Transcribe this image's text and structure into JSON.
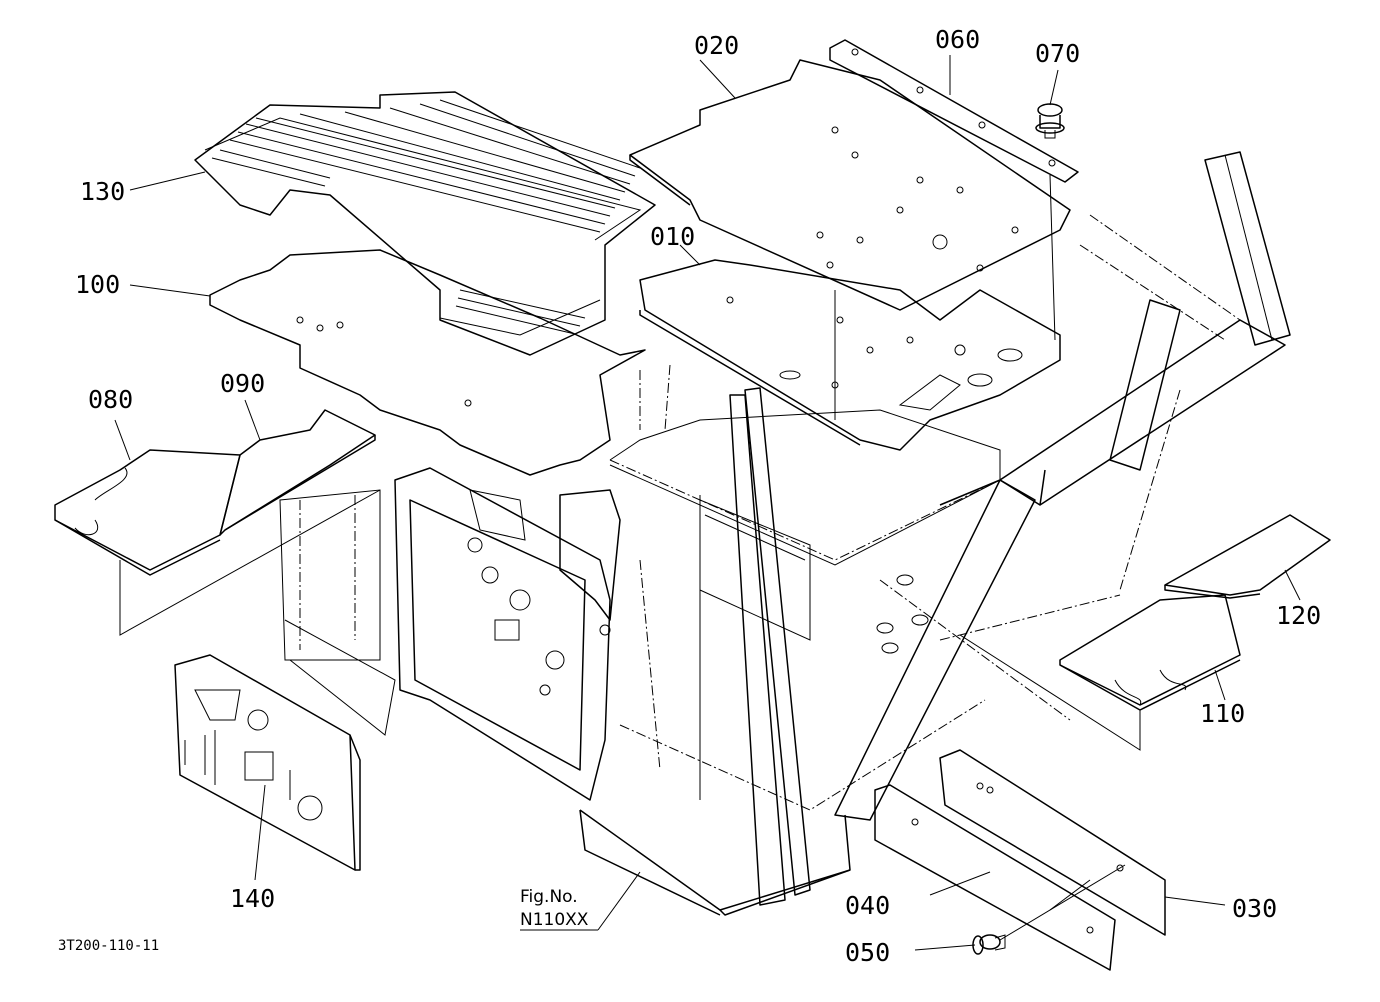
{
  "parts": {
    "p010": "010",
    "p020": "020",
    "p030": "030",
    "p040": "040",
    "p050": "050",
    "p060": "060",
    "p070": "070",
    "p080": "080",
    "p090": "090",
    "p100": "100",
    "p110": "110",
    "p120": "120",
    "p130": "130",
    "p140": "140"
  },
  "figure_ref": {
    "label": "Fig.No.",
    "number": "N110XX"
  },
  "drawing_code": "3T200-110-11"
}
